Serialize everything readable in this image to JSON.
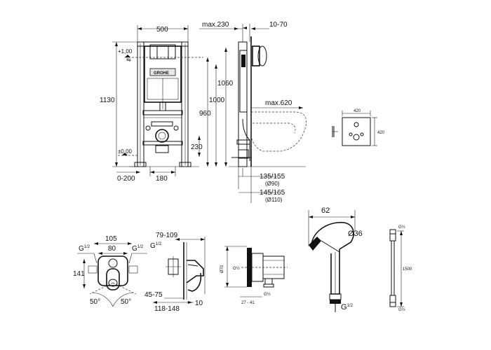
{
  "frame": {
    "width_label": "500",
    "depth_label": "max.230",
    "adjust_label": "10-70",
    "height_label": "1130",
    "h1_label": "1060",
    "h2_label": "1000",
    "h3_label": "960",
    "h4_label": "230",
    "plus_label": "+1,00",
    "zero_label": "±0,00",
    "left_offset_label": "0-200",
    "center_label": "180",
    "bowl_label": "max.620",
    "pipe1_label": "135/155",
    "pipe1_dia": "(Ø90)",
    "pipe2_label": "145/165",
    "pipe2_dia": "(Ø110)",
    "brand": "GROHE"
  },
  "plate": {
    "w_label": "420",
    "h_label": "420"
  },
  "mixer": {
    "w1_label": "105",
    "w2_label": "80",
    "thread_l": "G",
    "thread_r": "G",
    "thread_frac": "1/2",
    "h_label": "141",
    "angle_l": "50°",
    "angle_r": "50°"
  },
  "mixer_side": {
    "depth_label": "79-109",
    "thread": "G",
    "thread_frac": "1/2",
    "range_label": "45-75",
    "bottom_label": "118-148",
    "wall_label": "10"
  },
  "valve": {
    "dia_label": "Ø70",
    "thread1": "G½",
    "thread2": "G½",
    "range_label": "27 - 41"
  },
  "spray": {
    "len_label": "62",
    "dia_label": "Ø36",
    "thread": "G",
    "thread_frac": "1/2"
  },
  "hose": {
    "top_thread": "G½",
    "len_label": "1500",
    "bottom_thread": "G½"
  }
}
